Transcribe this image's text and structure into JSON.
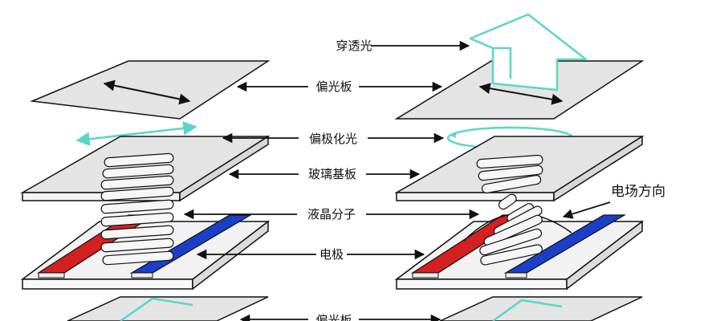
{
  "labels": {
    "transmitted_light": "穿透光",
    "polarizer_top": "偏光板",
    "polarized_light": "偏极化光",
    "glass_substrate": "玻璃基板",
    "liquid_crystal": "液晶分子",
    "electrode": "电极",
    "polarizer_bottom": "偏光板",
    "field_direction": "电场方向"
  },
  "colors": {
    "plate": "#e4e4e4",
    "outline": "#111111",
    "light": "#5ad6c8",
    "electrode_red": "#d42020",
    "electrode_blue": "#1c3fc8"
  }
}
